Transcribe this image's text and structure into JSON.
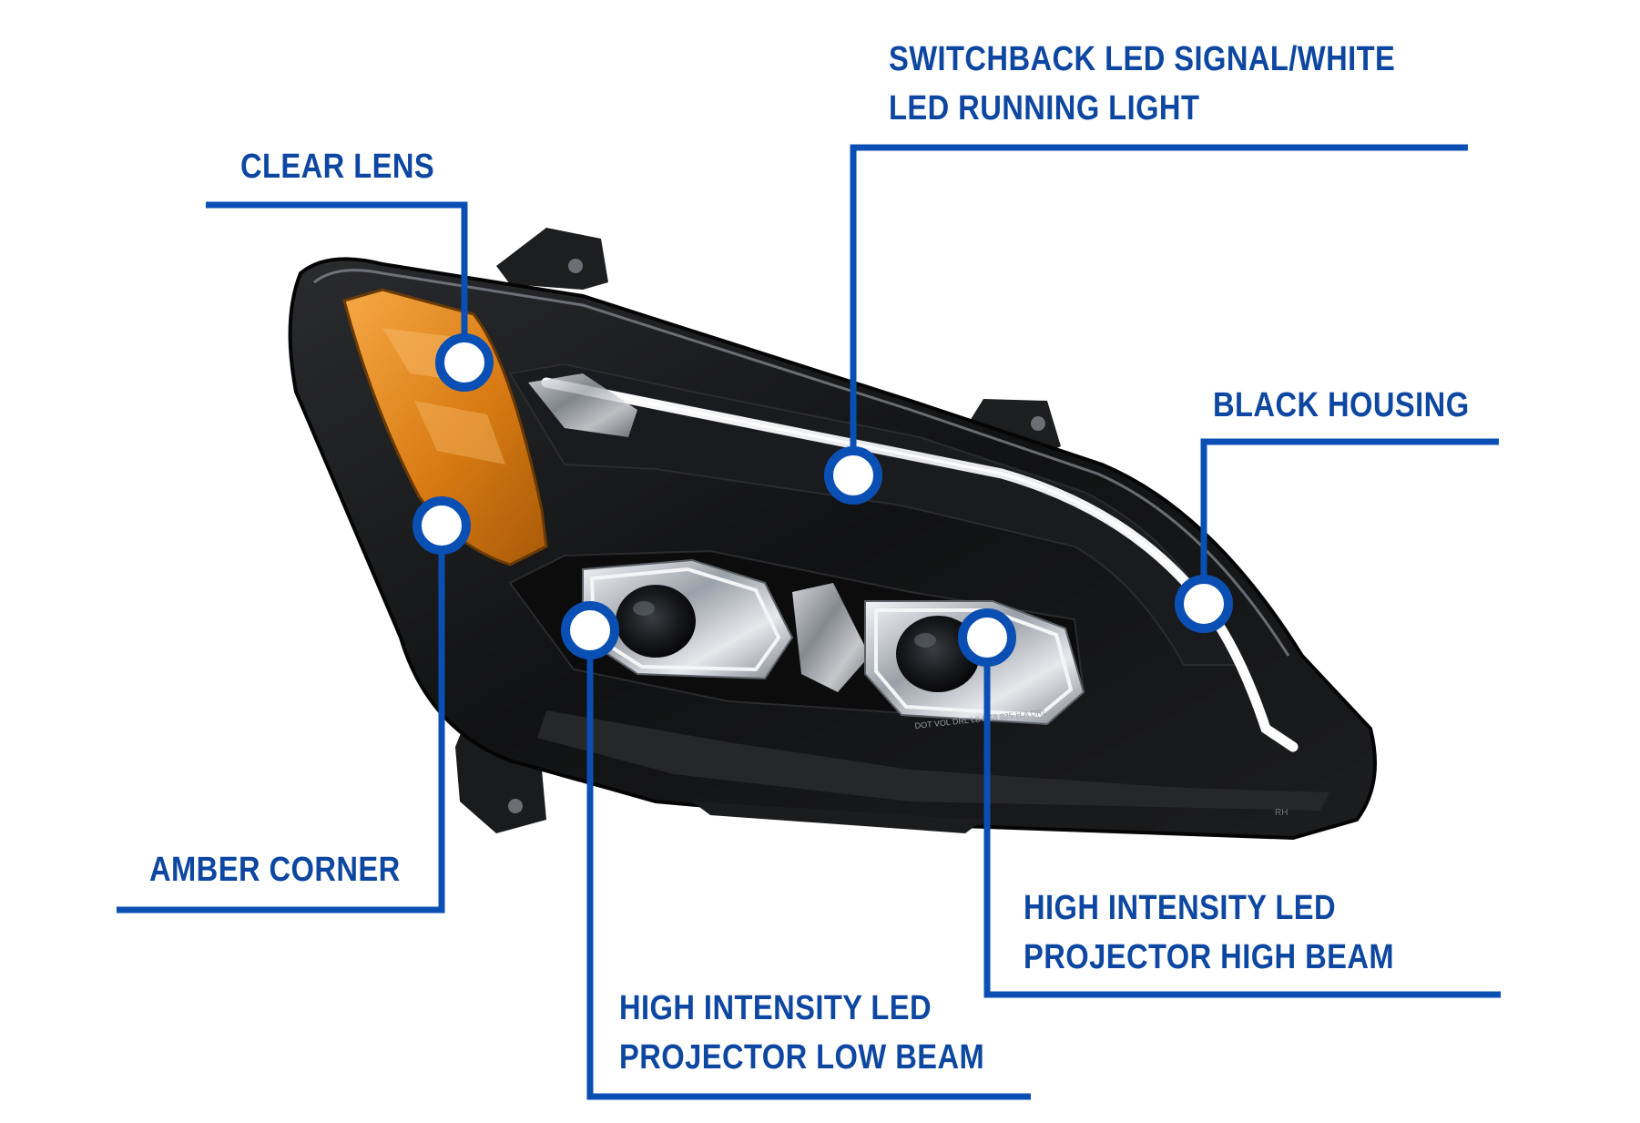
{
  "colors": {
    "accent": "#0a4fb4",
    "label_text": "#0d47a1",
    "housing": "#0f0f10",
    "amber": "#e08a22",
    "chrome": "#c9ccd1",
    "background": "#ffffff"
  },
  "callouts": [
    {
      "id": "clear-lens",
      "lines": [
        "CLEAR LENS"
      ]
    },
    {
      "id": "switchback-led",
      "lines": [
        "SWITCHBACK LED SIGNAL/WHITE",
        "LED RUNNING LIGHT"
      ]
    },
    {
      "id": "black-housing",
      "lines": [
        "BLACK HOUSING"
      ]
    },
    {
      "id": "amber-corner",
      "lines": [
        "AMBER CORNER"
      ]
    },
    {
      "id": "high-beam",
      "lines": [
        "HIGH INTENSITY LED",
        "PROJECTOR HIGH BEAM"
      ]
    },
    {
      "id": "low-beam",
      "lines": [
        "HIGH INTENSITY LED",
        "PROJECTOR LOW BEAM"
      ]
    }
  ],
  "product": {
    "lens_marking": "DOT VOL DRL L8 SS8 825 H A DRL",
    "side_marking": "RH"
  }
}
